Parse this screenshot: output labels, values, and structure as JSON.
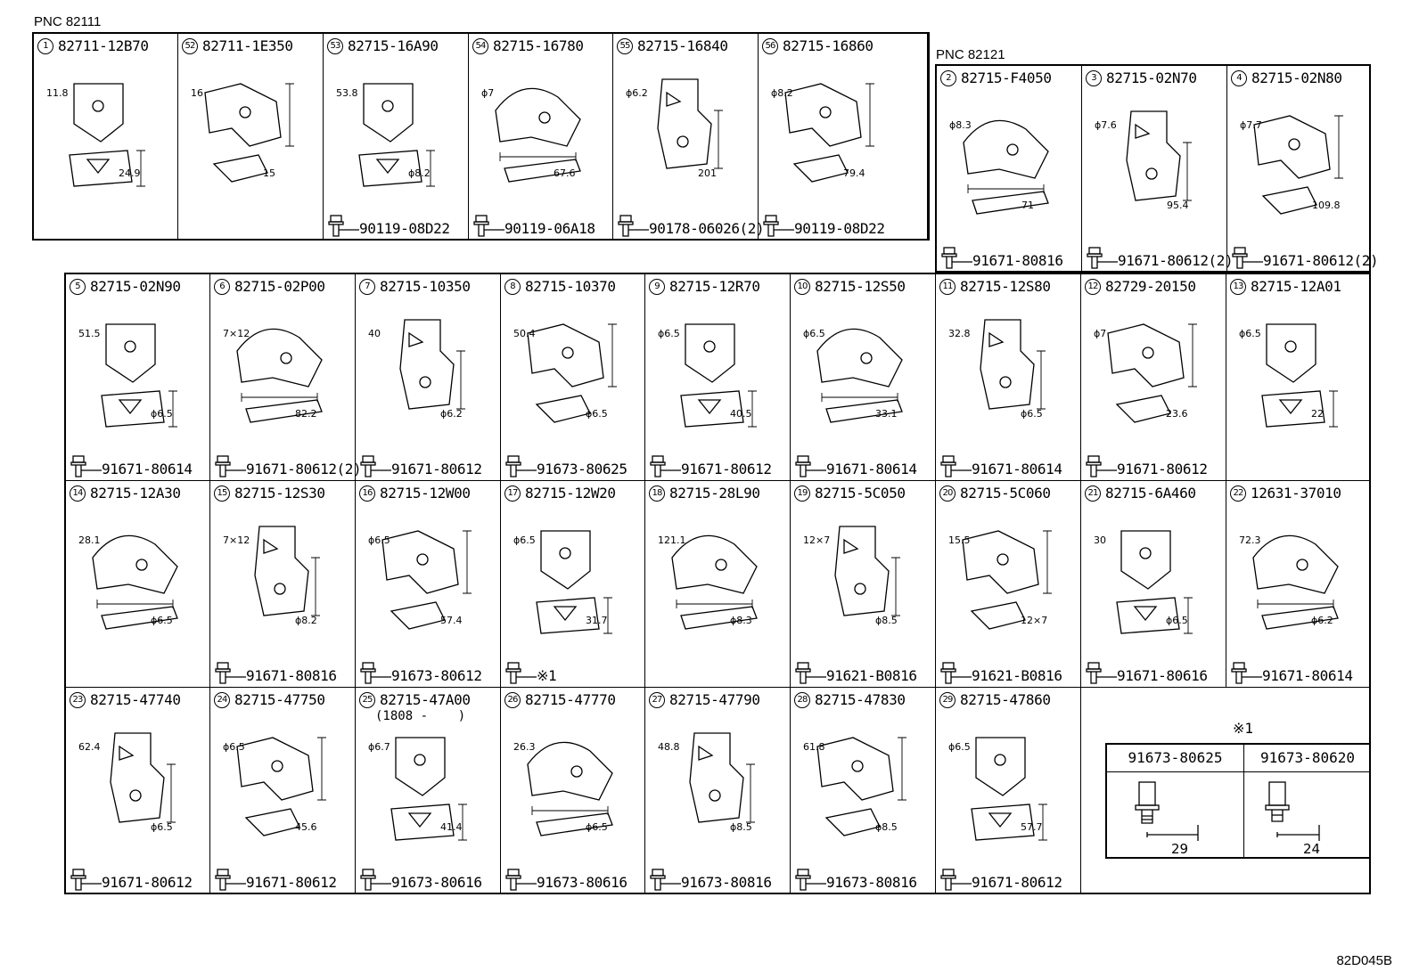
{
  "pnc_top_left": "PNC 82111",
  "pnc_top_right": "PNC 82121",
  "diagram_code": "82D045B",
  "rows": [
    {
      "cells": [
        {
          "num": "1",
          "part": "82711-12B70",
          "labels": [
            "11.8",
            "24.9"
          ],
          "bolt": ""
        },
        {
          "num": "52",
          "part": "82711-1E350",
          "labels": [
            "16",
            "15"
          ],
          "bolt": ""
        },
        {
          "num": "53",
          "part": "82715-16A90",
          "labels": [
            "53.8",
            "ϕ8.2"
          ],
          "bolt": "90119-08D22"
        },
        {
          "num": "54",
          "part": "82715-16780",
          "labels": [
            "ϕ7",
            "67.6"
          ],
          "bolt": "90119-06A18"
        },
        {
          "num": "55",
          "part": "82715-16840",
          "labels": [
            "ϕ6.2",
            "201"
          ],
          "bolt": "90178-06026(2)"
        },
        {
          "num": "56",
          "part": "82715-16860",
          "labels": [
            "ϕ8.2",
            "79.4"
          ],
          "bolt": "90119-08D22"
        }
      ]
    },
    {
      "cells": [
        {
          "num": "2",
          "part": "82715-F4050",
          "labels": [
            "ϕ8.3",
            "71"
          ],
          "bolt": "91671-80816"
        },
        {
          "num": "3",
          "part": "82715-02N70",
          "labels": [
            "ϕ7.6",
            "95.4"
          ],
          "bolt": "91671-80612(2)"
        },
        {
          "num": "4",
          "part": "82715-02N80",
          "labels": [
            "ϕ7.7",
            "109.8"
          ],
          "bolt": "91671-80612(2)"
        }
      ]
    },
    {
      "cells": [
        {
          "num": "5",
          "part": "82715-02N90",
          "labels": [
            "51.5",
            "ϕ6.5"
          ],
          "bolt": "91671-80614"
        },
        {
          "num": "6",
          "part": "82715-02P00",
          "labels": [
            "7×12",
            "82.2"
          ],
          "bolt": "91671-80612(2)"
        },
        {
          "num": "7",
          "part": "82715-10350",
          "labels": [
            "40",
            "ϕ6.2"
          ],
          "bolt": "91671-80612"
        },
        {
          "num": "8",
          "part": "82715-10370",
          "labels": [
            "50.4",
            "ϕ6.5"
          ],
          "bolt": "91673-80625"
        },
        {
          "num": "9",
          "part": "82715-12R70",
          "labels": [
            "ϕ6.5",
            "40.5"
          ],
          "bolt": "91671-80612"
        },
        {
          "num": "10",
          "part": "82715-12S50",
          "labels": [
            "ϕ6.5",
            "33.1"
          ],
          "bolt": "91671-80614"
        },
        {
          "num": "11",
          "part": "82715-12S80",
          "labels": [
            "32.8",
            "ϕ6.5"
          ],
          "bolt": "91671-80614"
        },
        {
          "num": "12",
          "part": "82729-20150",
          "labels": [
            "ϕ7",
            "23.6"
          ],
          "bolt": "91671-80612"
        },
        {
          "num": "13",
          "part": "82715-12A01",
          "labels": [
            "ϕ6.5",
            "22"
          ],
          "bolt": ""
        }
      ]
    },
    {
      "cells": [
        {
          "num": "14",
          "part": "82715-12A30",
          "labels": [
            "28.1",
            "ϕ6.5"
          ],
          "bolt": ""
        },
        {
          "num": "15",
          "part": "82715-12S30",
          "labels": [
            "7×12",
            "ϕ8.2"
          ],
          "bolt": "91671-80816"
        },
        {
          "num": "16",
          "part": "82715-12W00",
          "labels": [
            "ϕ6.5",
            "57.4"
          ],
          "bolt": "91673-80612"
        },
        {
          "num": "17",
          "part": "82715-12W20",
          "labels": [
            "ϕ6.5",
            "31.7"
          ],
          "bolt": "※1"
        },
        {
          "num": "18",
          "part": "82715-28L90",
          "labels": [
            "121.1",
            "ϕ8.3"
          ],
          "bolt": ""
        },
        {
          "num": "19",
          "part": "82715-5C050",
          "labels": [
            "12×7",
            "ϕ8.5"
          ],
          "bolt": "91621-B0816"
        },
        {
          "num": "20",
          "part": "82715-5C060",
          "labels": [
            "15.5",
            "12×7"
          ],
          "bolt": "91621-B0816"
        },
        {
          "num": "21",
          "part": "82715-6A460",
          "labels": [
            "30",
            "ϕ6.5"
          ],
          "bolt": "91671-80616"
        },
        {
          "num": "22",
          "part": "12631-37010",
          "labels": [
            "72.3",
            "ϕ6.2"
          ],
          "bolt": "91671-80614"
        }
      ]
    },
    {
      "cells": [
        {
          "num": "23",
          "part": "82715-47740",
          "labels": [
            "62.4",
            "ϕ6.5"
          ],
          "bolt": "91671-80612"
        },
        {
          "num": "24",
          "part": "82715-47750",
          "labels": [
            "ϕ6.5",
            "45.6"
          ],
          "bolt": "91671-80612"
        },
        {
          "num": "25",
          "part": "82715-47A00",
          "sub": "(1808 -    )",
          "labels": [
            "ϕ6.7",
            "41.4"
          ],
          "bolt": "91673-80616"
        },
        {
          "num": "26",
          "part": "82715-47770",
          "labels": [
            "26.3",
            "ϕ6.5"
          ],
          "bolt": "91673-80616"
        },
        {
          "num": "27",
          "part": "82715-47790",
          "labels": [
            "48.8",
            "ϕ8.5"
          ],
          "bolt": "91673-80816"
        },
        {
          "num": "28",
          "part": "82715-47830",
          "labels": [
            "61.8",
            "ϕ8.5"
          ],
          "bolt": "91673-80816"
        },
        {
          "num": "29",
          "part": "82715-47860",
          "labels": [
            "ϕ6.5",
            "57.7"
          ],
          "bolt": "91671-80612"
        }
      ]
    }
  ],
  "reference": {
    "title": "※1",
    "items": [
      {
        "part": "91673-80625",
        "length": "29"
      },
      {
        "part": "91673-80620",
        "length": "24"
      }
    ]
  }
}
